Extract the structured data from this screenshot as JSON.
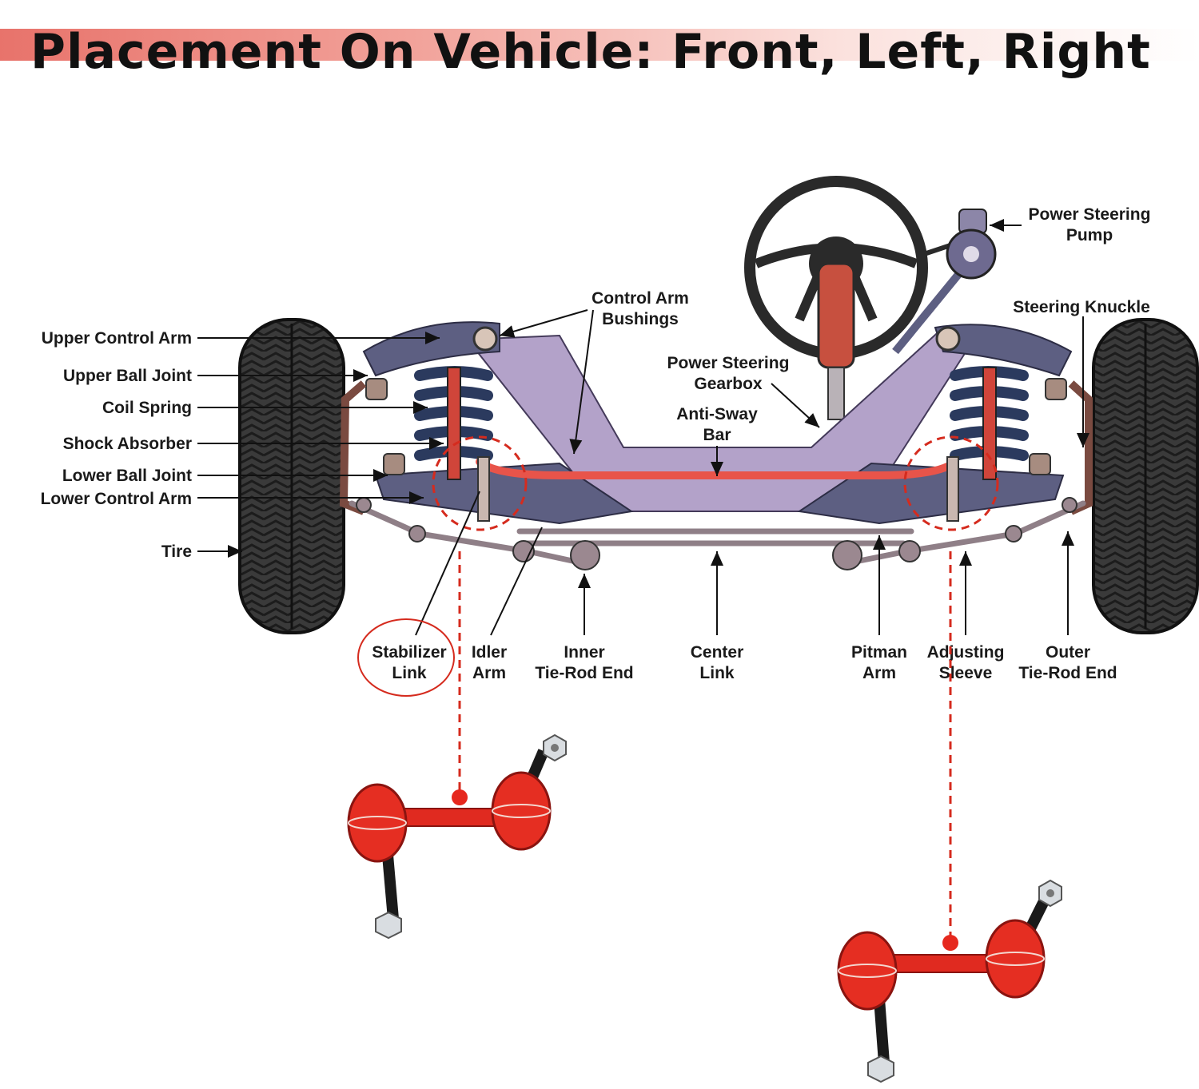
{
  "title": "Placement On Vehicle: Front, Left, Right",
  "labels": {
    "upper_control_arm": "Upper Control Arm",
    "upper_ball_joint": "Upper Ball Joint",
    "coil_spring": "Coil Spring",
    "shock_absorber": "Shock Absorber",
    "lower_ball_joint": "Lower Ball Joint",
    "lower_control_arm": "Lower Control Arm",
    "tire": "Tire",
    "control_arm_bushings": [
      "Control Arm",
      "Bushings"
    ],
    "power_steering_gearbox": [
      "Power Steering",
      "Gearbox"
    ],
    "anti_sway_bar": [
      "Anti-Sway",
      "Bar"
    ],
    "power_steering_pump": [
      "Power Steering",
      "Pump"
    ],
    "steering_knuckle": "Steering Knuckle",
    "stabilizer_link": [
      "Stabilizer",
      "Link"
    ],
    "idler_arm": [
      "Idler",
      "Arm"
    ],
    "inner_tie_rod_end": [
      "Inner",
      "Tie-Rod End"
    ],
    "center_link": [
      "Center",
      "Link"
    ],
    "pitman_arm": [
      "Pitman",
      "Arm"
    ],
    "adjusting_sleeve": [
      "Adjusting",
      "Sleeve"
    ],
    "outer_tie_rod_end": [
      "Outer",
      "Tie-Rod End"
    ]
  },
  "colors": {
    "frame": "#b3a2c9",
    "arm": "#5d5f82",
    "spring": "#2b3a5e",
    "highlight": "#d52b1e",
    "sway_bar": "#e8544a",
    "tire": "#2e2e2e",
    "tie_rod": "#8f7f87"
  }
}
